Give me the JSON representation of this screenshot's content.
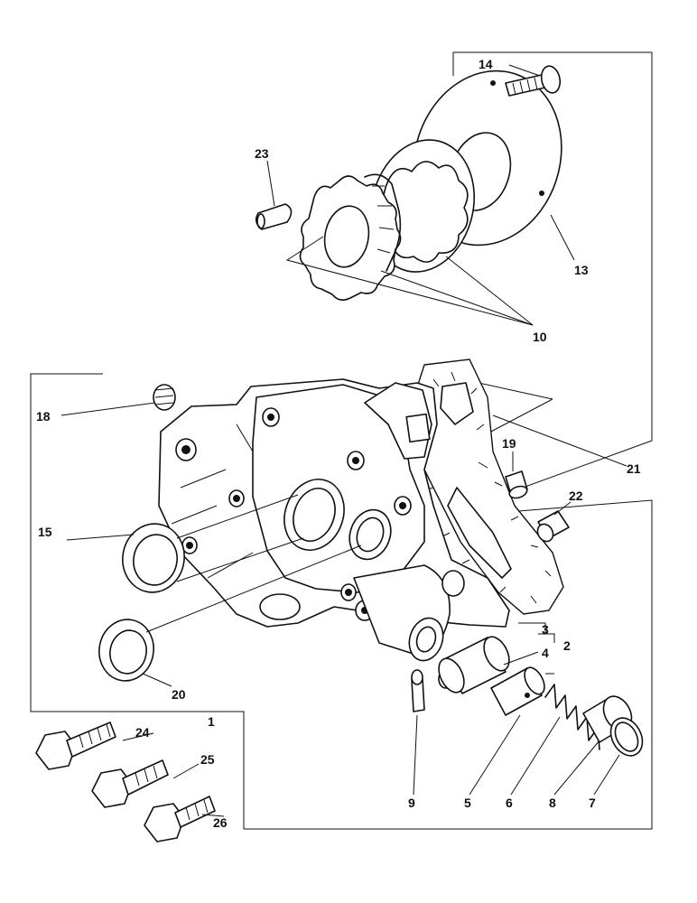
{
  "callouts": {
    "c1": "1",
    "c2": "2",
    "c3": "3",
    "c4": "4",
    "c5": "5",
    "c6": "6",
    "c7": "7",
    "c8": "8",
    "c9": "9",
    "c10": "10",
    "c13": "13",
    "c14": "14",
    "c15": "15",
    "c18": "18",
    "c19": "19",
    "c20": "20",
    "c21": "21",
    "c22": "22",
    "c23": "23",
    "c24": "24",
    "c25": "25",
    "c26": "26"
  }
}
